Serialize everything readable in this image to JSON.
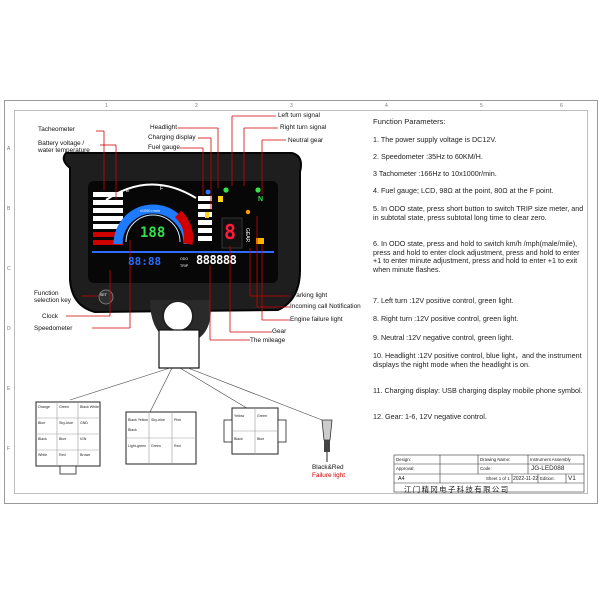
{
  "grid": {
    "top": [
      "1",
      "2",
      "3",
      "4",
      "5",
      "6"
    ],
    "left": [
      "A",
      "B",
      "C",
      "D",
      "E",
      "F"
    ]
  },
  "labels": {
    "tachometer": "Tacheometer",
    "battery": "Battery voltage /\nwater temperature",
    "headlight": "Headlight",
    "charging": "Charging display",
    "fuel": "Fuel gauge",
    "left_turn": "Left turn signal",
    "right_turn": "Right turn signal",
    "neutral": "Neutral gear",
    "function_key": "Function\nselection key",
    "clock": "Clock",
    "speedometer": "Speedometer",
    "parking": "Parking light",
    "incoming": "Incoming call Notification",
    "engine": "Engine failure light",
    "gear": "Gear",
    "mileage": "The mileage",
    "black_red": "Black&Red",
    "failure_light": "Failure light"
  },
  "dashboard": {
    "speed": "188",
    "clock": "88:88",
    "odo_label": "ODO",
    "trip_label": "TRIP",
    "odometer": "888888",
    "gear_digit": "8",
    "gear_word": "GEAR",
    "fuel_e": "E",
    "fuel_f": "F",
    "tacho_unit": "x1000 r/min",
    "rpm_ticks": [
      "1",
      "2",
      "3",
      "4",
      "5",
      "6",
      "7",
      "8",
      "9",
      "10"
    ],
    "set": "SET",
    "neutral_letter": "N"
  },
  "connectors": {
    "c1": [
      "Orange",
      "Green",
      "Black White",
      "Blue",
      "Sky-blue",
      "GND",
      "Black",
      "Blue",
      "IGN",
      "White",
      "Red",
      "Brown"
    ],
    "c2": [
      "Black Yellow",
      "Sky-blue",
      "Pink",
      "Black",
      "Light-green",
      "Green",
      "Red"
    ],
    "c3": [
      "Yellow",
      "Green",
      "Black",
      "Blue"
    ]
  },
  "function_parameters": {
    "title": "Function Parameters:",
    "items": [
      "1. The power supply voltage is DC12V.",
      "2. Speedometer :35Hz to 60KM/H.",
      "3 Tachometer :166Hz to 10x1000r/min.",
      "4. Fuel gauge; LCD, 98Ω at the point, 80Ω at the F point.",
      "5. In ODO state, press short button to switch TRIP size meter, and in subtotal state, press subtotal long time to clear zero.",
      "6. In ODO state, press and hold to switch km/h /mph(male/mile), press and hold to enter clock adjustment, press and hold to enter +1 to enter minute adjustment, press and hold to enter +1 to exit when minute flashes.",
      "7. Left turn :12V positive control, green light.",
      "8. Right turn :12V positive control, green light.",
      "9. Neutral :12V negative control, green light.",
      "10. Headlight :12V positive control, blue light，and the instrument displays the night mode when the headlight is on.",
      "11. Charging display: USB charging display mobile phone symbol.",
      "12. Gear: 1-6, 12V negative control."
    ]
  },
  "title_block": {
    "design": "Design:",
    "approval": "Approval:",
    "drawing_name_label": "Drawing Name:",
    "drawing_name": "Instrument Assembly",
    "code_label": "Code:",
    "code": "JG-LED088",
    "size": "A4",
    "sheet": "Sheet 1 of 1",
    "date": "2022-11-22",
    "edition_label": "Edition:",
    "edition": "V1",
    "company": "江门精冈电子科技有限公司"
  },
  "colors": {
    "wire_red": "#d00000",
    "cluster_body": "#1e1e1e",
    "speed_green": "#35e04a",
    "tacho_blue": "#1e7bff",
    "gear_red": "#ff1a3c"
  }
}
